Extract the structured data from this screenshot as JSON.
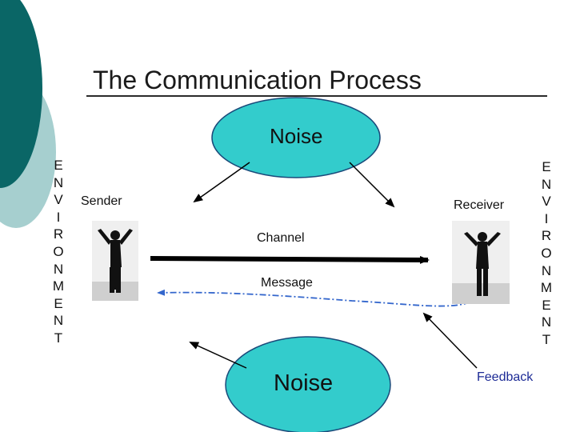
{
  "title": "The Communication Process",
  "noise_top": "Noise",
  "noise_bottom": "Noise",
  "sender": "Sender",
  "receiver": "Receiver",
  "channel": "Channel",
  "message": "Message",
  "feedback": "Feedback",
  "environment_left": [
    "E",
    "N",
    "V",
    "I",
    "R",
    "O",
    "N",
    "M",
    "E",
    "N",
    "T"
  ],
  "environment_right": [
    "E",
    "N",
    "V",
    "I",
    "R",
    "O",
    "N",
    "M",
    "E",
    "N",
    "T"
  ],
  "colors": {
    "noise_fill": "#33cccc",
    "noise_stroke": "#1a4a7a",
    "corner_dark": "#0a6666",
    "corner_light": "#a6cfcf",
    "feedback_line": "#3366cc",
    "feedback_text": "#1d2b96"
  }
}
